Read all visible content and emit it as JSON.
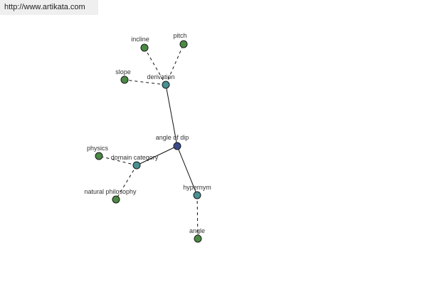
{
  "header": {
    "url": "http://www.artikata.com"
  },
  "colors": {
    "center": "#3a4a8c",
    "relation": "#4a9090",
    "leaf": "#4a8a45"
  },
  "graph": {
    "nodes": {
      "angle_of_dip": "angle of dip",
      "derivation": "derivation",
      "domain_category": "domain category",
      "hypernym": "hypernym",
      "incline": "incline",
      "pitch": "pitch",
      "slope": "slope",
      "physics": "physics",
      "natural_philosophy": "natural philosophy",
      "angle": "angle"
    }
  }
}
